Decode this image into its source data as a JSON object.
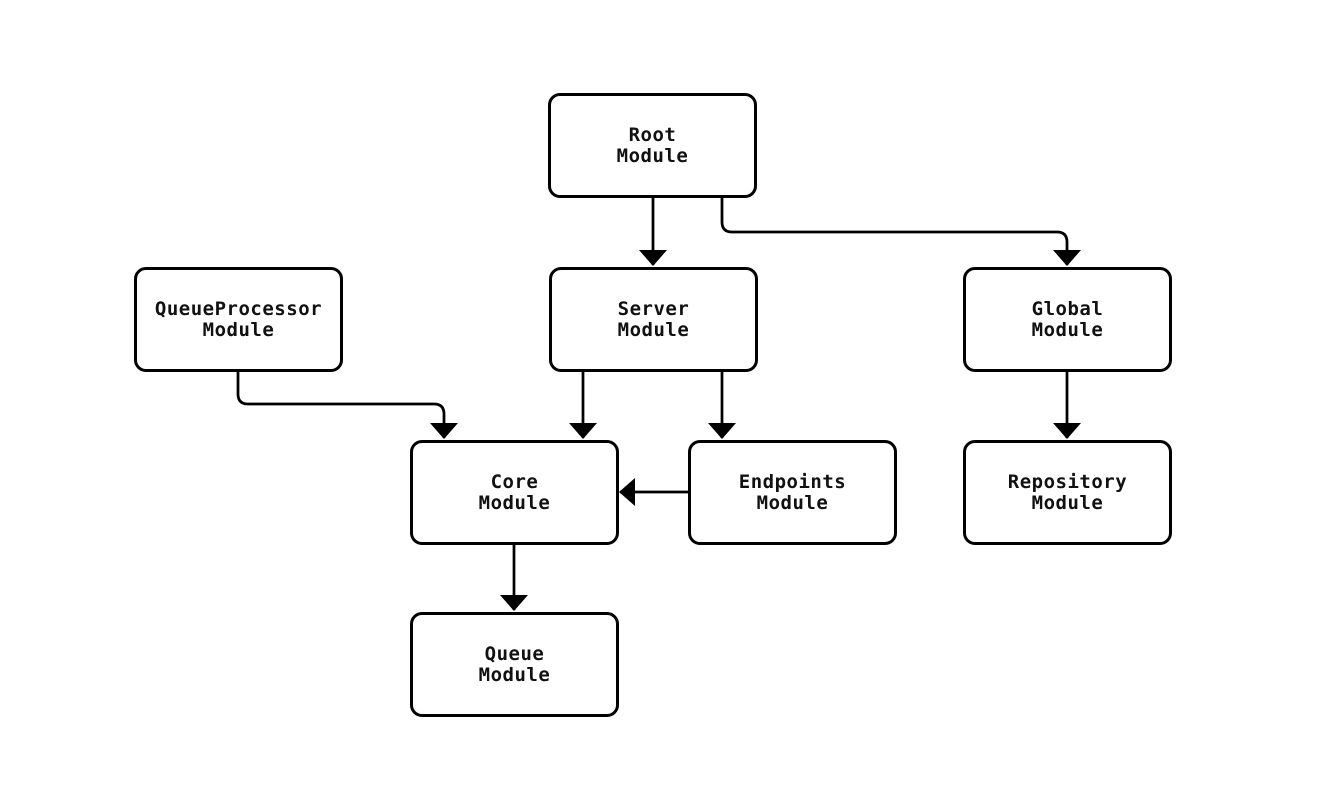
{
  "diagram": {
    "type": "module-dependency-graph",
    "background": "#ffffff",
    "stroke_color": "#000000",
    "node_fill": "#ffffff",
    "text_color": "#111111",
    "nodes": [
      {
        "id": "root",
        "label": "Root\nModule"
      },
      {
        "id": "queue-processor",
        "label": "QueueProcessor\nModule"
      },
      {
        "id": "server",
        "label": "Server\nModule"
      },
      {
        "id": "global",
        "label": "Global\nModule"
      },
      {
        "id": "core",
        "label": "Core\nModule"
      },
      {
        "id": "endpoints",
        "label": "Endpoints\nModule"
      },
      {
        "id": "repository",
        "label": "Repository\nModule"
      },
      {
        "id": "queue",
        "label": "Queue\nModule"
      }
    ],
    "edges": [
      {
        "from": "root",
        "to": "server"
      },
      {
        "from": "root",
        "to": "global"
      },
      {
        "from": "queue-processor",
        "to": "core"
      },
      {
        "from": "server",
        "to": "core"
      },
      {
        "from": "server",
        "to": "endpoints"
      },
      {
        "from": "endpoints",
        "to": "core"
      },
      {
        "from": "global",
        "to": "repository"
      },
      {
        "from": "core",
        "to": "queue"
      }
    ]
  }
}
